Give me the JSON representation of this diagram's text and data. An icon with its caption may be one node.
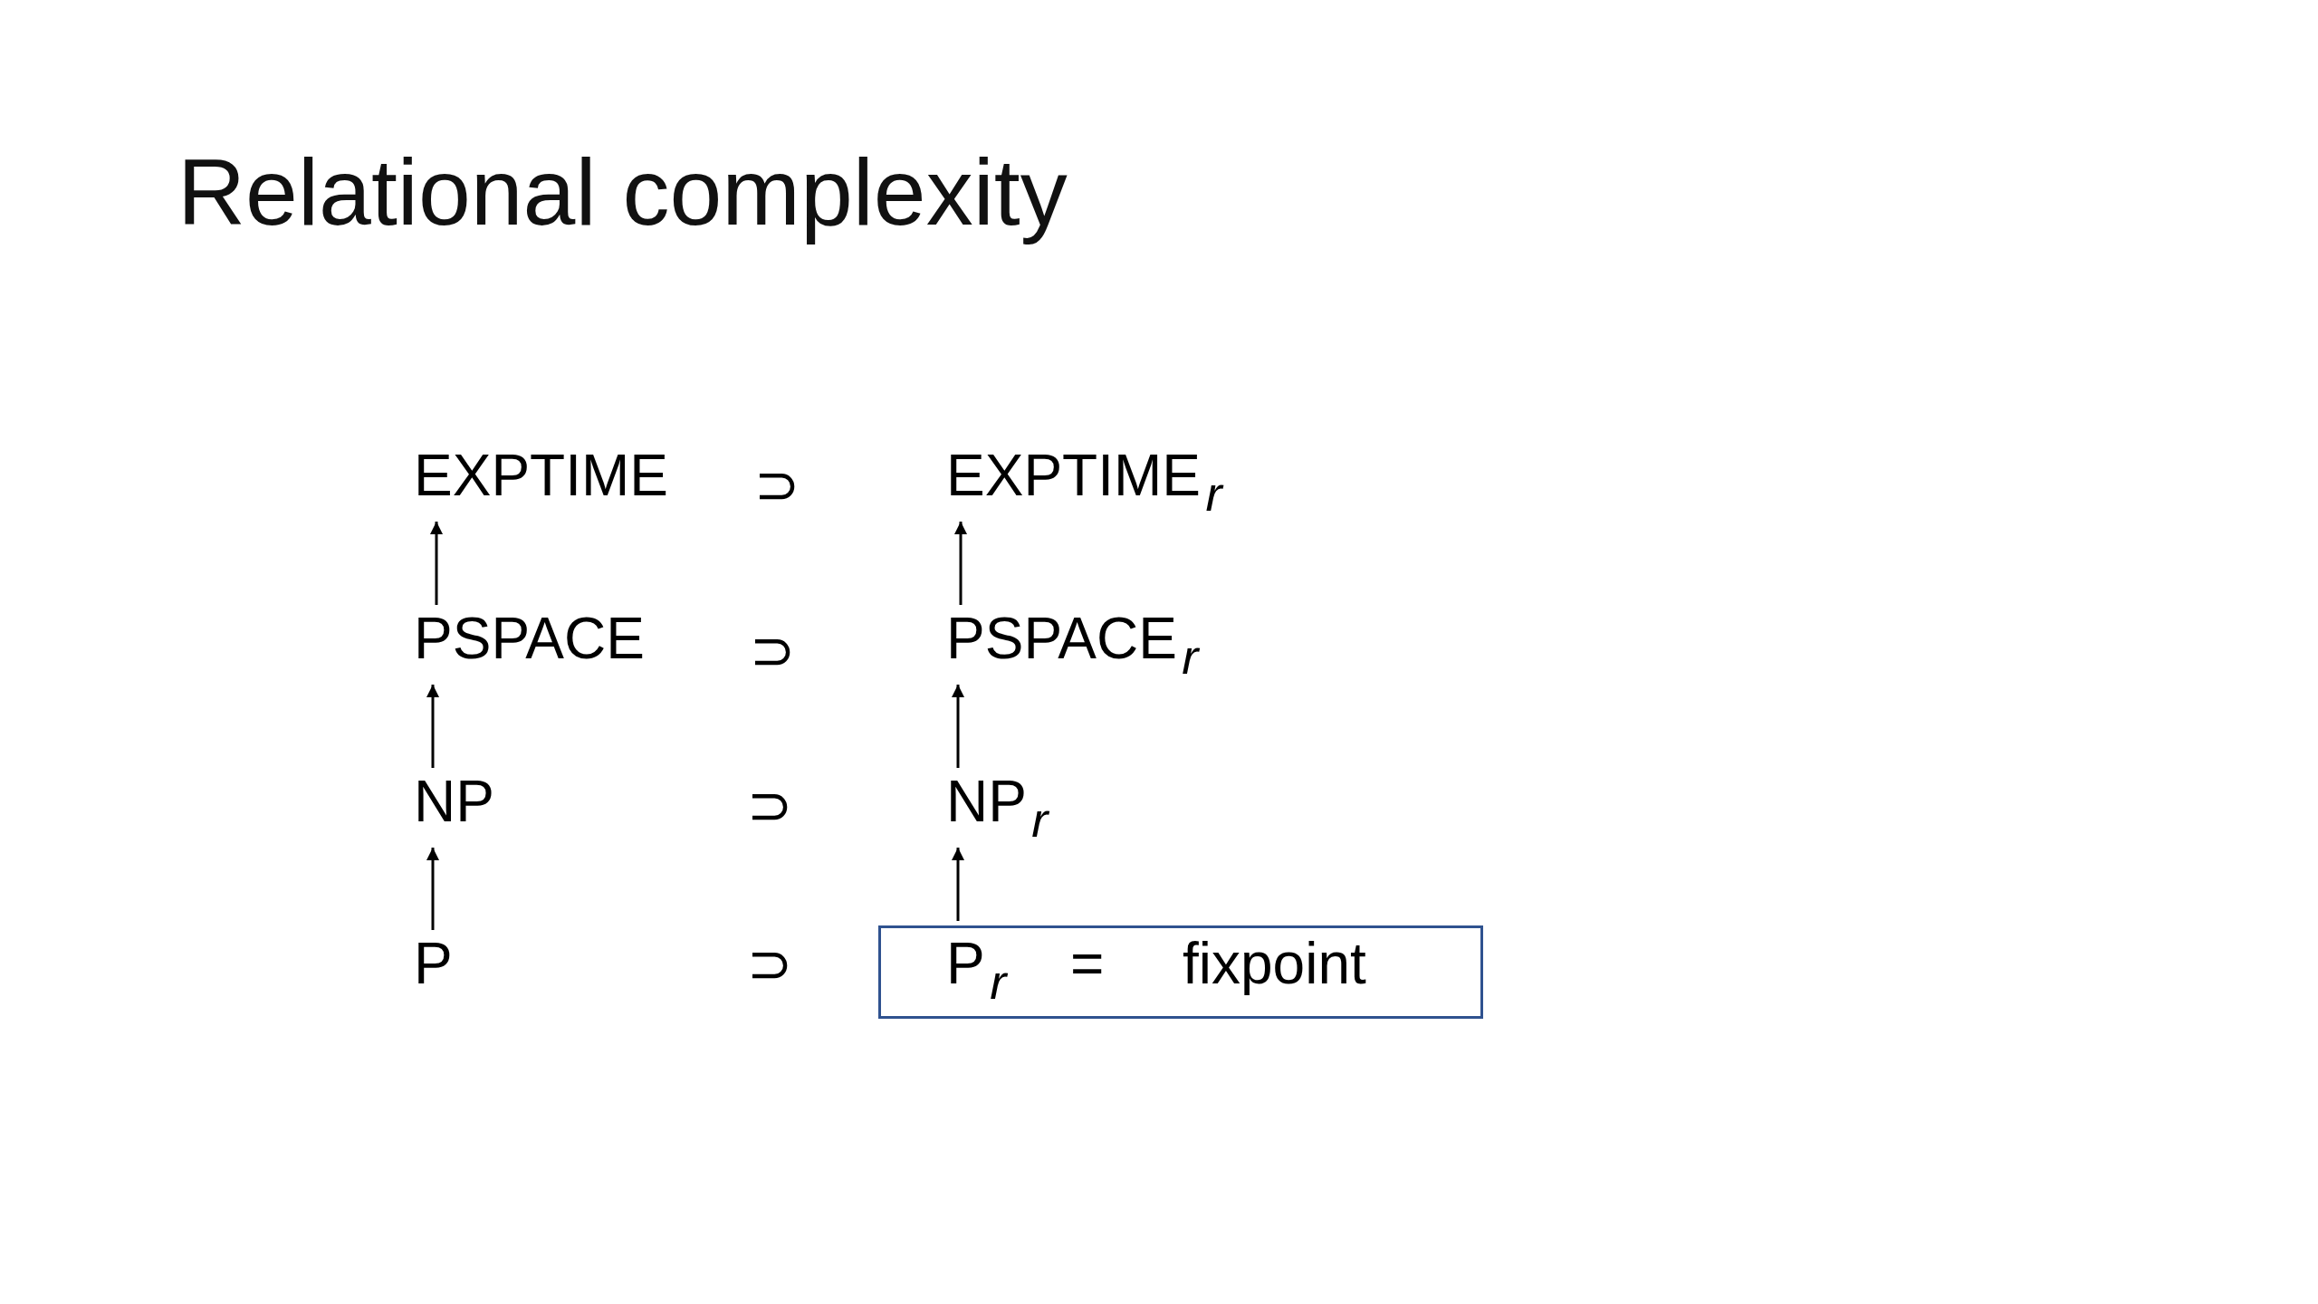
{
  "diagram": {
    "title": "Relational complexity",
    "nodes": [
      {
        "text": [
          "EXPTIME"
        ]
      },
      {
        "text": [
          "EXPTIME$_{r}$"
        ]
      },
      {
        "text": [
          "PSPACE"
        ]
      },
      {
        "text": [
          "PSPACE$_{r}$"
        ]
      },
      {
        "text": [
          "NP"
        ]
      },
      {
        "text": [
          "NP$_{r}$"
        ]
      },
      {
        "text": [
          "P"
        ]
      },
      {
        "text": [
          "P$_{r}$",
          "=",
          "fixpoint"
        ]
      }
    ],
    "edges": [
      {
        "from": 2,
        "to": 0,
        "arrow": "to"
      },
      {
        "from": 4,
        "to": 2,
        "arrow": "to"
      },
      {
        "from": 6,
        "to": 4,
        "arrow": "to"
      },
      {
        "from": 3,
        "to": 1,
        "arrow": "to"
      },
      {
        "from": 5,
        "to": 3,
        "arrow": "to"
      },
      {
        "from": 7,
        "to": 5,
        "arrow": "to"
      }
    ],
    "labels": [
      "⊃",
      "⊃",
      "⊃",
      "⊃"
    ]
  }
}
